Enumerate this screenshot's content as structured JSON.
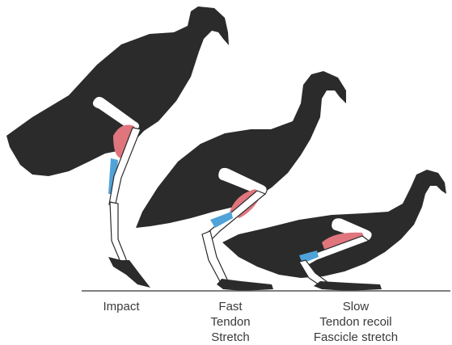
{
  "captions": {
    "impact": [
      "Impact"
    ],
    "fast": [
      "Fast",
      "Tendon",
      "Stretch"
    ],
    "slow": [
      "Slow",
      "Tendon recoil",
      "Fascicle stretch"
    ]
  },
  "colors": {
    "body": "#2b2b2b",
    "bone": "#ffffff",
    "bone_outline": "#2b2b2b",
    "muscle": "#e0757d",
    "tendon": "#4fa3d9",
    "ground": "#555555",
    "text": "#3a3a3a"
  }
}
